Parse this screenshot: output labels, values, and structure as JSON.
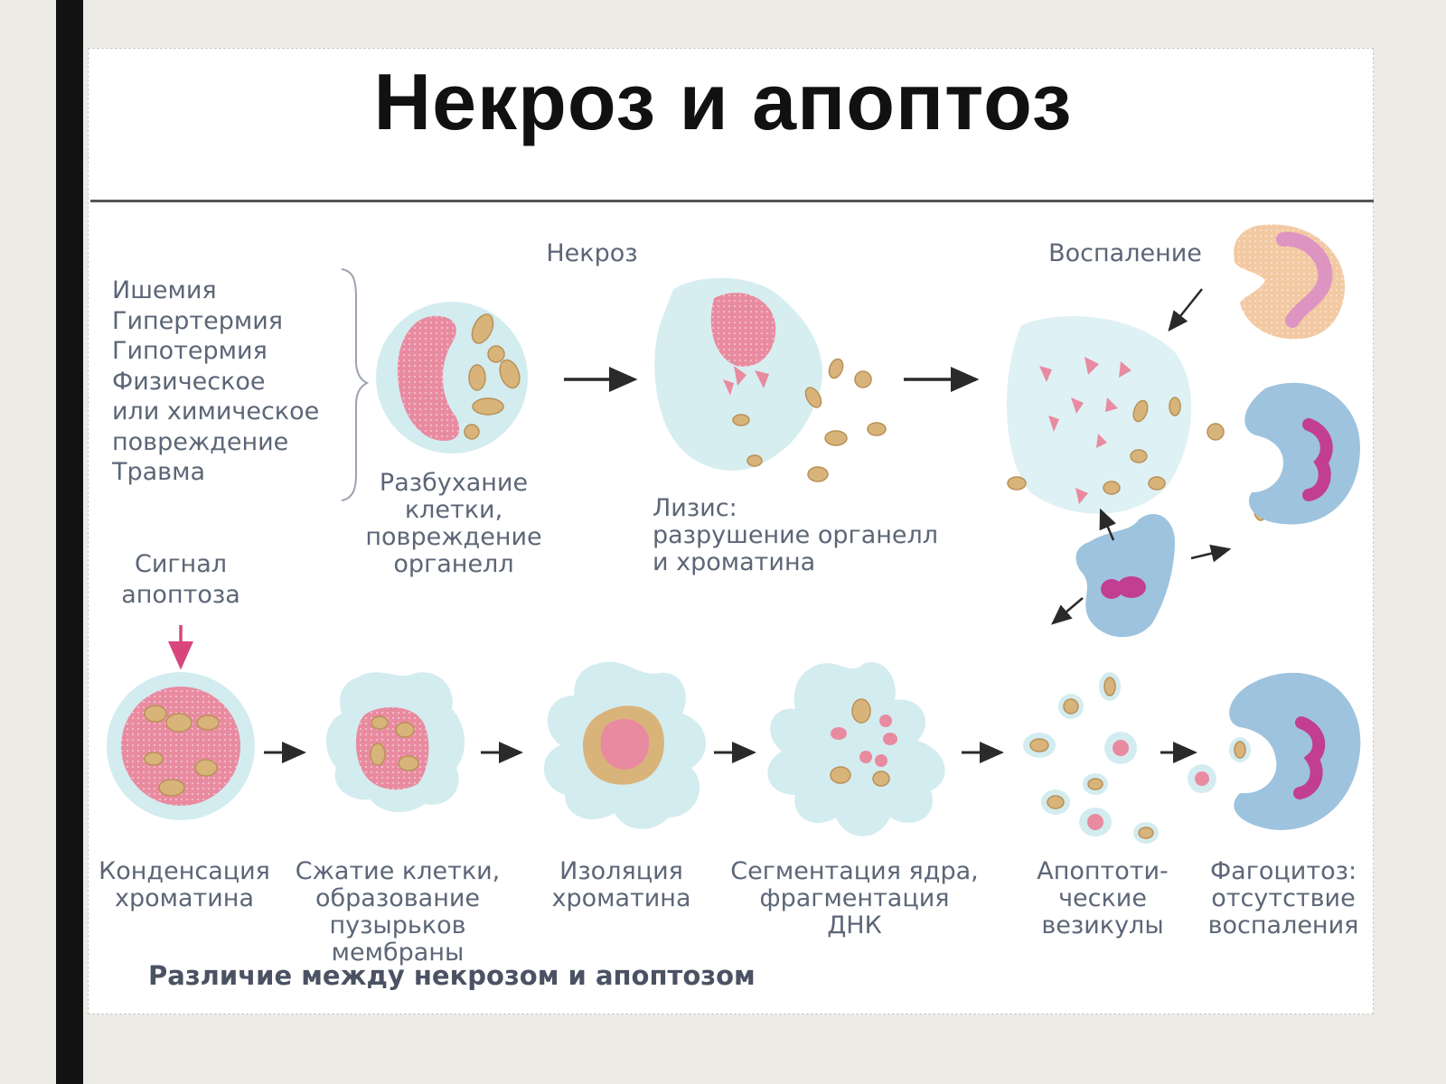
{
  "slide": {
    "title": "Некроз и апоптоз"
  },
  "diagram": {
    "causes": [
      "Ишемия",
      "Гипертермия",
      "Гипотермия",
      "Физическое",
      "или химическое",
      "повреждение",
      "Травма"
    ],
    "necrosis_heading": "Некроз",
    "inflammation_heading": "Воспаление",
    "swelling_caption": [
      "Разбухание",
      "клетки,",
      "повреждение",
      "органелл"
    ],
    "lysis_caption": [
      "Лизис:",
      "разрушение органелл",
      "и хроматина"
    ],
    "apoptosis_signal": [
      "Сигнал",
      "апоптоза"
    ],
    "apoptosis_stages": [
      {
        "lines": [
          "Конденсация",
          "хроматина"
        ]
      },
      {
        "lines": [
          "Сжатие клетки,",
          "образование",
          "пузырьков",
          "мембраны"
        ]
      },
      {
        "lines": [
          "Изоляция",
          "хроматина"
        ]
      },
      {
        "lines": [
          "Сегментация ядра,",
          "фрагментация ДНК"
        ]
      },
      {
        "lines": [
          "Апоптоти-",
          "ческие",
          "везикулы"
        ]
      },
      {
        "lines": [
          "Фагоцитоз:",
          "отсутствие",
          "воспаления"
        ]
      }
    ],
    "footer_caption": "Различие между некрозом и апоптозом"
  },
  "colors": {
    "nucleus_pink": "#e98ba0",
    "organelle_tan": "#d9b47a",
    "cytoplasm_blue": "#d3ecf0",
    "phagocyte_blue": "#9ec3de",
    "signal_arrow": "#d8457c"
  }
}
